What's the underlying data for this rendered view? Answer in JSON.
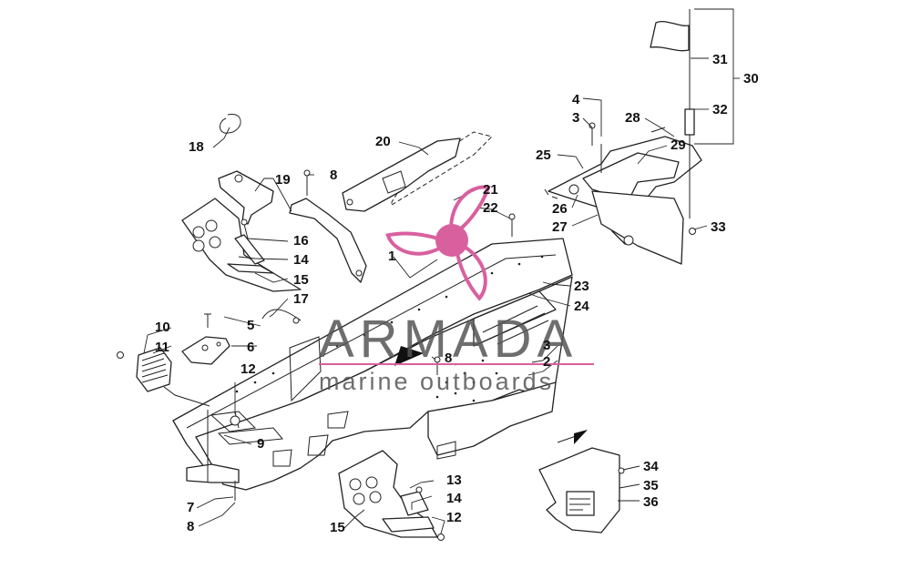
{
  "diagram": {
    "callouts": [
      {
        "id": "c1",
        "text": "1"
      },
      {
        "id": "c2",
        "text": "2"
      },
      {
        "id": "c3a",
        "text": "3"
      },
      {
        "id": "c3b",
        "text": "3"
      },
      {
        "id": "c4",
        "text": "4"
      },
      {
        "id": "c5",
        "text": "5"
      },
      {
        "id": "c6",
        "text": "6"
      },
      {
        "id": "c7",
        "text": "7"
      },
      {
        "id": "c8a",
        "text": "8"
      },
      {
        "id": "c8b",
        "text": "8"
      },
      {
        "id": "c8c",
        "text": "8"
      },
      {
        "id": "c9",
        "text": "9"
      },
      {
        "id": "c10",
        "text": "10"
      },
      {
        "id": "c11",
        "text": "11"
      },
      {
        "id": "c12a",
        "text": "12"
      },
      {
        "id": "c12b",
        "text": "12"
      },
      {
        "id": "c13",
        "text": "13"
      },
      {
        "id": "c14a",
        "text": "14"
      },
      {
        "id": "c14b",
        "text": "14"
      },
      {
        "id": "c15a",
        "text": "15"
      },
      {
        "id": "c15b",
        "text": "15"
      },
      {
        "id": "c16",
        "text": "16"
      },
      {
        "id": "c17",
        "text": "17"
      },
      {
        "id": "c18",
        "text": "18"
      },
      {
        "id": "c19",
        "text": "19"
      },
      {
        "id": "c20",
        "text": "20"
      },
      {
        "id": "c21",
        "text": "21"
      },
      {
        "id": "c22",
        "text": "22"
      },
      {
        "id": "c23",
        "text": "23"
      },
      {
        "id": "c24",
        "text": "24"
      },
      {
        "id": "c25",
        "text": "25"
      },
      {
        "id": "c26",
        "text": "26"
      },
      {
        "id": "c27",
        "text": "27"
      },
      {
        "id": "c28",
        "text": "28"
      },
      {
        "id": "c29",
        "text": "29"
      },
      {
        "id": "c30",
        "text": "30"
      },
      {
        "id": "c31",
        "text": "31"
      },
      {
        "id": "c32",
        "text": "32"
      },
      {
        "id": "c33",
        "text": "33"
      },
      {
        "id": "c34",
        "text": "34"
      },
      {
        "id": "c35",
        "text": "35"
      },
      {
        "id": "c36",
        "text": "36"
      }
    ]
  },
  "watermark": {
    "name": "ARMADA",
    "tagline": "marine outboards",
    "logo_color": "#d9609f",
    "text_color": "#555555"
  }
}
